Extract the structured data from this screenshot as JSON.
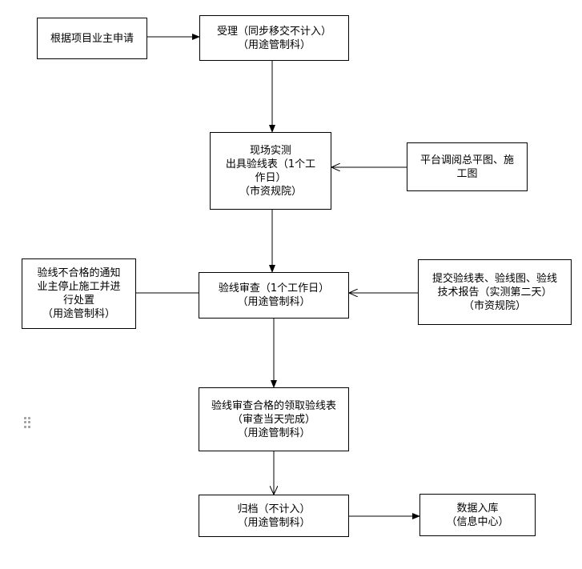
{
  "nodes": {
    "apply": {
      "lines": [
        "根据项目业主申请"
      ]
    },
    "accept": {
      "lines": [
        "受理（同步移交不计入）",
        "（用途管制科）"
      ]
    },
    "survey": {
      "lines": [
        "现场实测",
        "出具验线表（1个工",
        "作日）",
        "（市资规院）"
      ]
    },
    "platform": {
      "lines": [
        "平台调阅总平图、施",
        "工图"
      ]
    },
    "review": {
      "lines": [
        "验线审查（1个工作日）",
        "（用途管制科）"
      ]
    },
    "fail": {
      "lines": [
        "验线不合格的通知",
        "业主停止施工并进",
        "行处置",
        "（用途管制科）"
      ]
    },
    "submit": {
      "lines": [
        "提交验线表、验线图、验线",
        "技术报告（实测第二天）",
        "（市资规院）"
      ]
    },
    "pass": {
      "lines": [
        "验线审查合格的领取验线表",
        "（审查当天完成）",
        "（用途管制科）"
      ]
    },
    "archive": {
      "lines": [
        "归档（不计入）",
        "（用途管制科）"
      ]
    },
    "database": {
      "lines": [
        "数据入库",
        "（信息中心）"
      ]
    }
  },
  "colors": {
    "stroke": "#000000",
    "background": "#ffffff",
    "handle": "#a0a0a0"
  },
  "icons": {
    "handle": "drag-handle-icon"
  }
}
